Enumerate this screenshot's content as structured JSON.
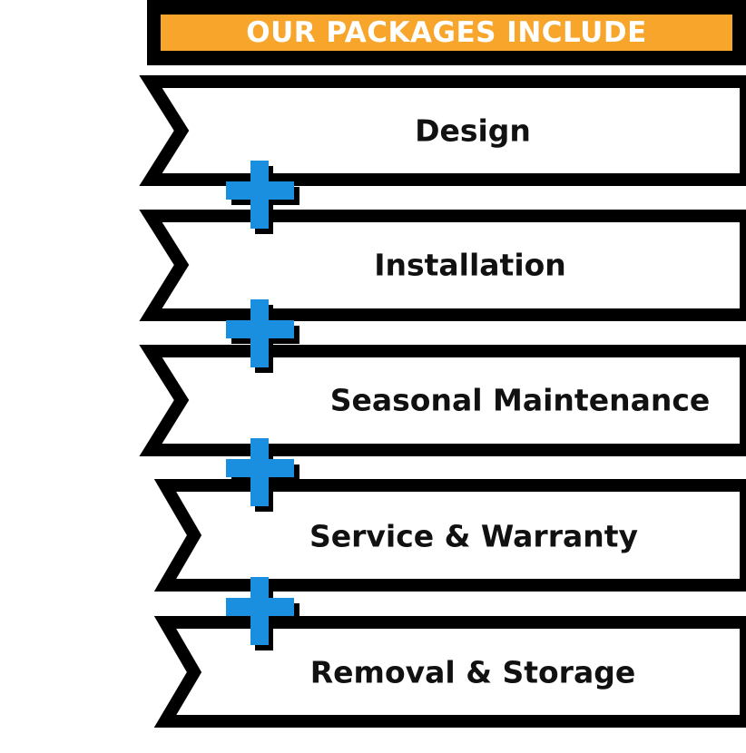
{
  "header": {
    "title": "OUR PACKAGES INCLUDE"
  },
  "colors": {
    "accent": "#f7a52b",
    "plus": "#1a8fe0",
    "outline": "#000000"
  },
  "packages": [
    {
      "label": "Design"
    },
    {
      "label": "Installation"
    },
    {
      "label": "Seasonal Maintenance"
    },
    {
      "label": "Service & Warranty"
    },
    {
      "label": "Removal & Storage"
    }
  ]
}
